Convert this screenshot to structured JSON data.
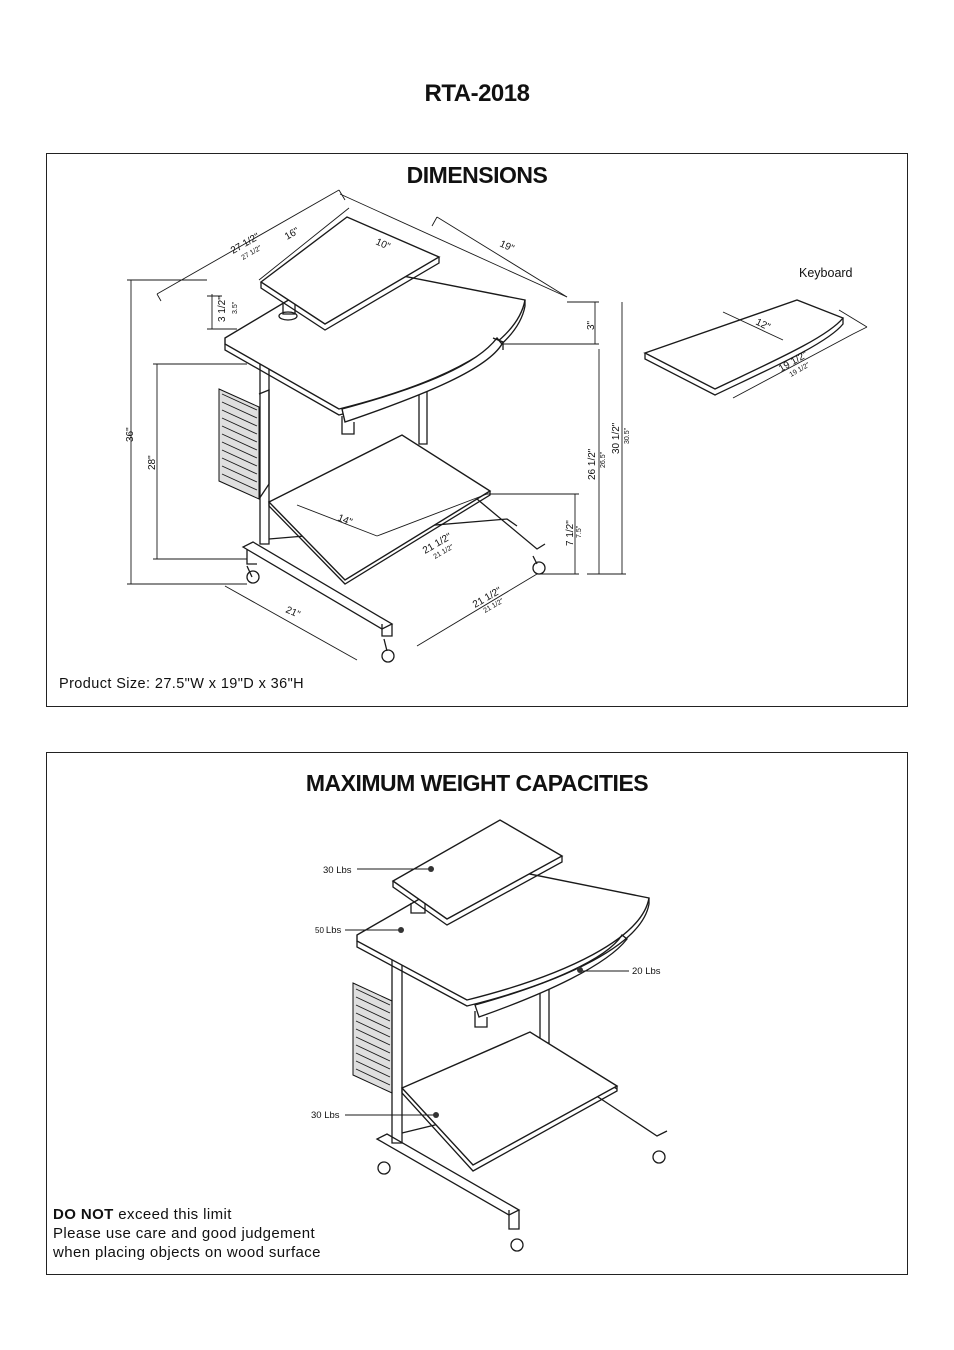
{
  "title": "RTA-2018",
  "dimensions": {
    "heading": "DIMENSIONS",
    "keyboard_label": "Keyboard",
    "labels": {
      "top_width": "27 1/2\"",
      "top_width_small": "27 1/2\"",
      "monitor_width": "16\"",
      "monitor_depth": "10\"",
      "desk_depth": "19\"",
      "monitor_height": "3 1/2\"",
      "monitor_height_small": "3.5\"",
      "tray_drop": "3\"",
      "total_height": "36\"",
      "desk_height": "28\"",
      "keyboard_height": "30 1/2\"",
      "keyboard_height_small": "30.5\"",
      "tray_clearance": "26 1/2\"",
      "tray_clearance_small": "26.5\"",
      "shelf_height": "7 1/2\"",
      "shelf_height_small": "7.5\"",
      "shelf_depth": "14\"",
      "shelf_width": "21 1/2\"",
      "shelf_width_small": "21 1/2\"",
      "base_width": "21\"",
      "base_depth": "21 1/2\"",
      "base_depth_small": "21 1/2\"",
      "keyboard_depth": "12\"",
      "keyboard_width": "19 1/2\"",
      "keyboard_width_small": "19 1/2\""
    },
    "product_size": "Product Size: 27.5\"W x 19\"D x 36\"H"
  },
  "weights": {
    "heading": "MAXIMUM WEIGHT CAPACITIES",
    "monitor_shelf": "30 Lbs",
    "desk_top_value": "50",
    "desk_top_unit": "Lbs",
    "keyboard_tray": "20 Lbs",
    "bottom_shelf": "30 Lbs",
    "note_bold": "DO NOT",
    "note_rest": " exceed this limit",
    "note_line2": "Please use care and good judgement",
    "note_line3": "when placing objects on wood surface"
  }
}
